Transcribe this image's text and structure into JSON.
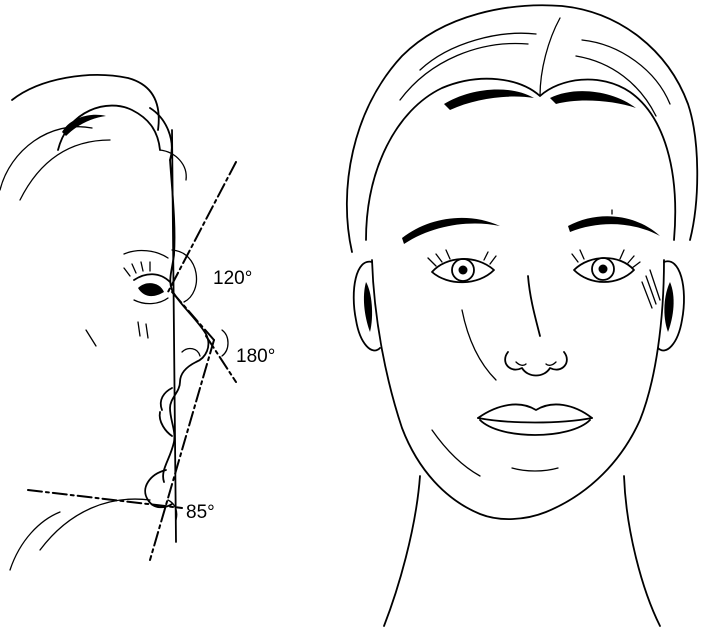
{
  "angles": {
    "nasofrontal": "120°",
    "nasal_tip": "180°",
    "chin": "85°"
  }
}
